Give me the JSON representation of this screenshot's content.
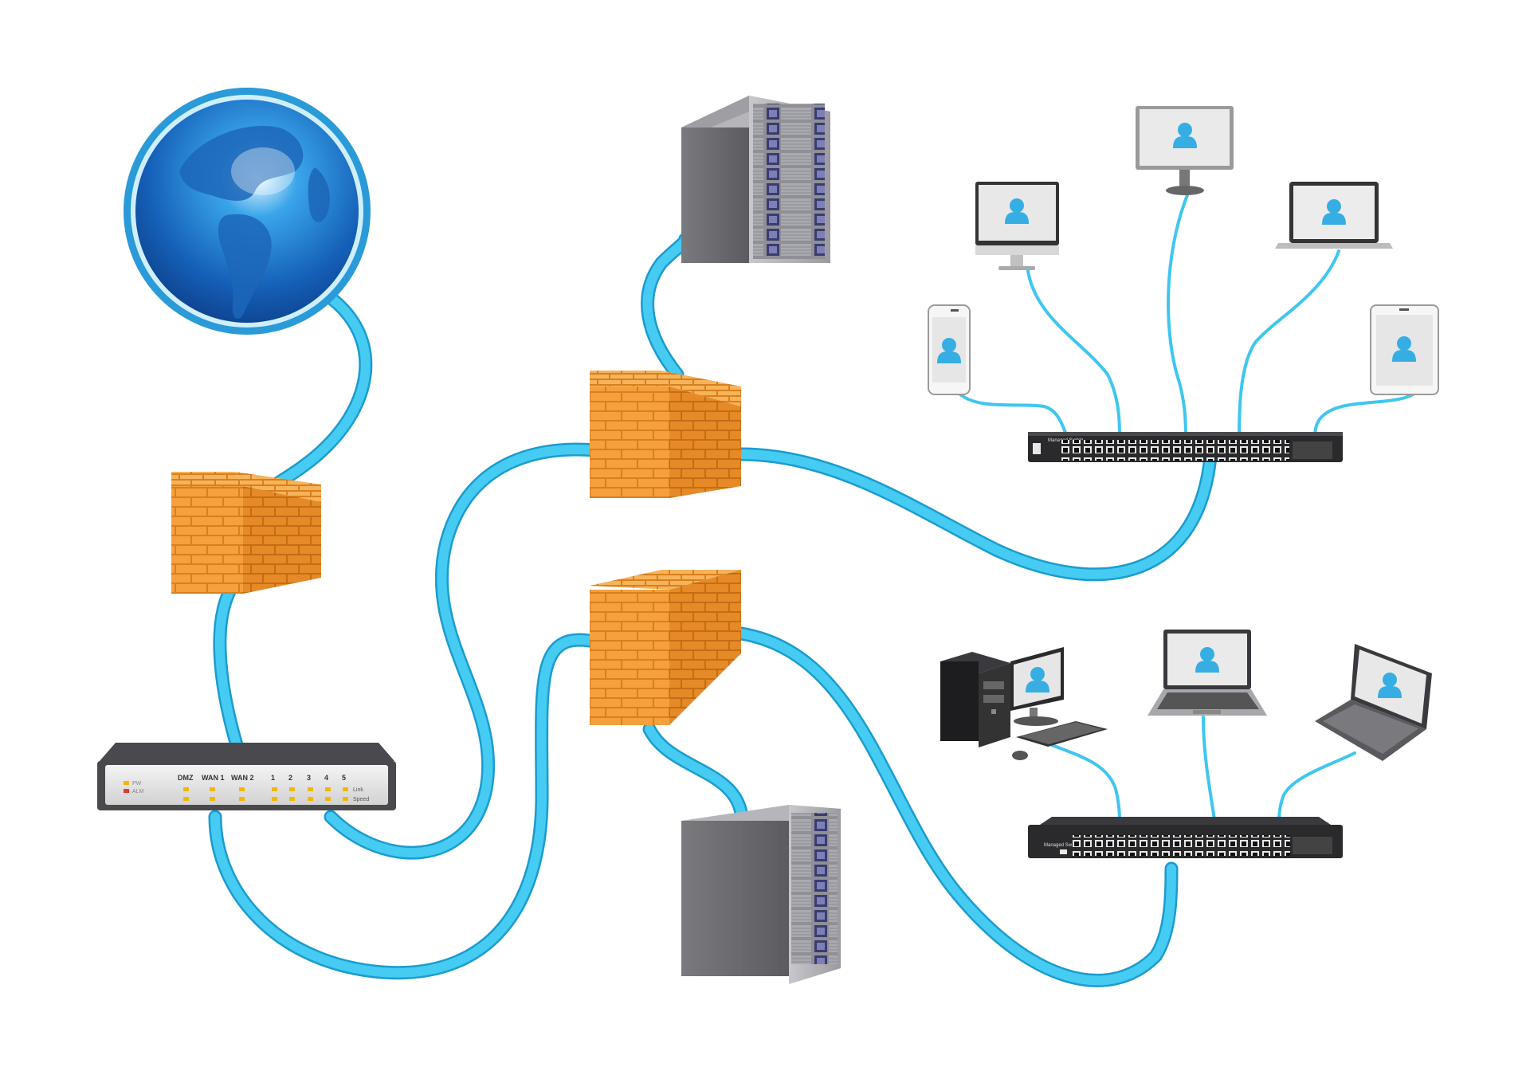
{
  "router": {
    "status_leds": [
      {
        "label": "PW",
        "color": "#f2b705"
      },
      {
        "label": "ALM",
        "color": "#e53935"
      }
    ],
    "port_labels": [
      "DMZ",
      "WAN 1",
      "WAN 2",
      "1",
      "2",
      "3",
      "4",
      "5"
    ],
    "row_labels": {
      "link": "Link",
      "speed": "Speed"
    }
  },
  "switches": {
    "title": "Managed Switch"
  },
  "colors": {
    "cable": "#3fc6ee",
    "cable_outline": "#1a9ccf",
    "brick": "#f5a03c",
    "mortar": "#d7801e",
    "screen_user": "#36aee3",
    "globe": "#1f86d9"
  },
  "icons": {
    "internet": "globe-icon",
    "firewall": "brick-wall-icon",
    "server": "server-tower-icon",
    "router": "router-icon",
    "switch": "network-switch-icon",
    "user": "user-icon"
  }
}
